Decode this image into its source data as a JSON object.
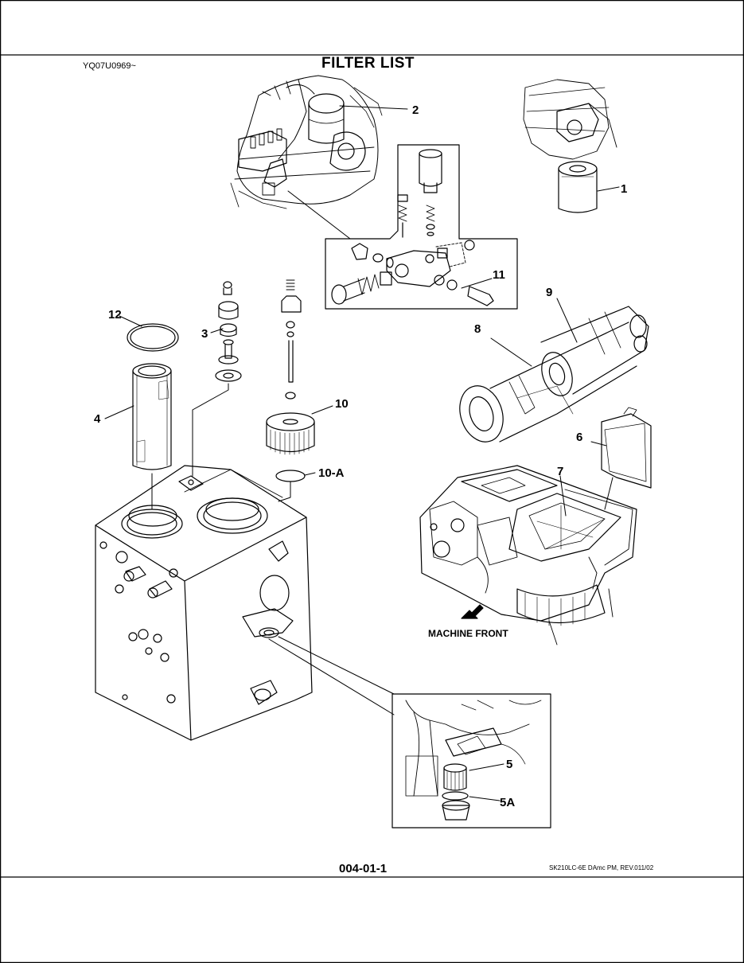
{
  "header": {
    "drawing_code": "YQ07U0969~",
    "title": "FILTER LIST"
  },
  "footer": {
    "page_number": "004-01-1",
    "revision": "SK210LC-6E DAmc PM, REV.011/02"
  },
  "callouts": {
    "c1": "1",
    "c2": "2",
    "c3": "3",
    "c4": "4",
    "c5": "5",
    "c5a": "5A",
    "c6": "6",
    "c7": "7",
    "c8": "8",
    "c9": "9",
    "c10": "10",
    "c10a": "10-A",
    "c11": "11",
    "c12": "12"
  },
  "annotations": {
    "machine_front": "MACHINE FRONT"
  },
  "colors": {
    "ink": "#000000",
    "paper": "#ffffff"
  }
}
